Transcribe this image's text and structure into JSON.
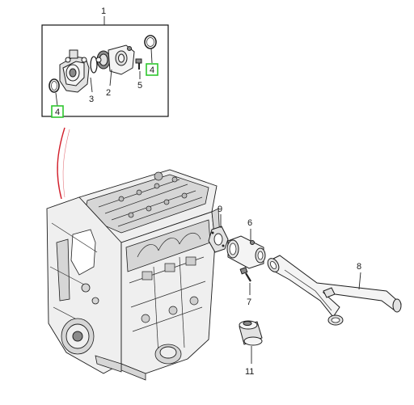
{
  "callouts": {
    "c1": "1",
    "c2": "2",
    "c3": "3",
    "c4a": "4",
    "c4b": "4",
    "c5": "5",
    "c6": "6",
    "c7": "7",
    "c8": "8",
    "c9": "9",
    "c11": "11"
  },
  "colors": {
    "highlight_box": "#2fc62f",
    "leader_red": "#d21e2a",
    "line": "#222222"
  }
}
